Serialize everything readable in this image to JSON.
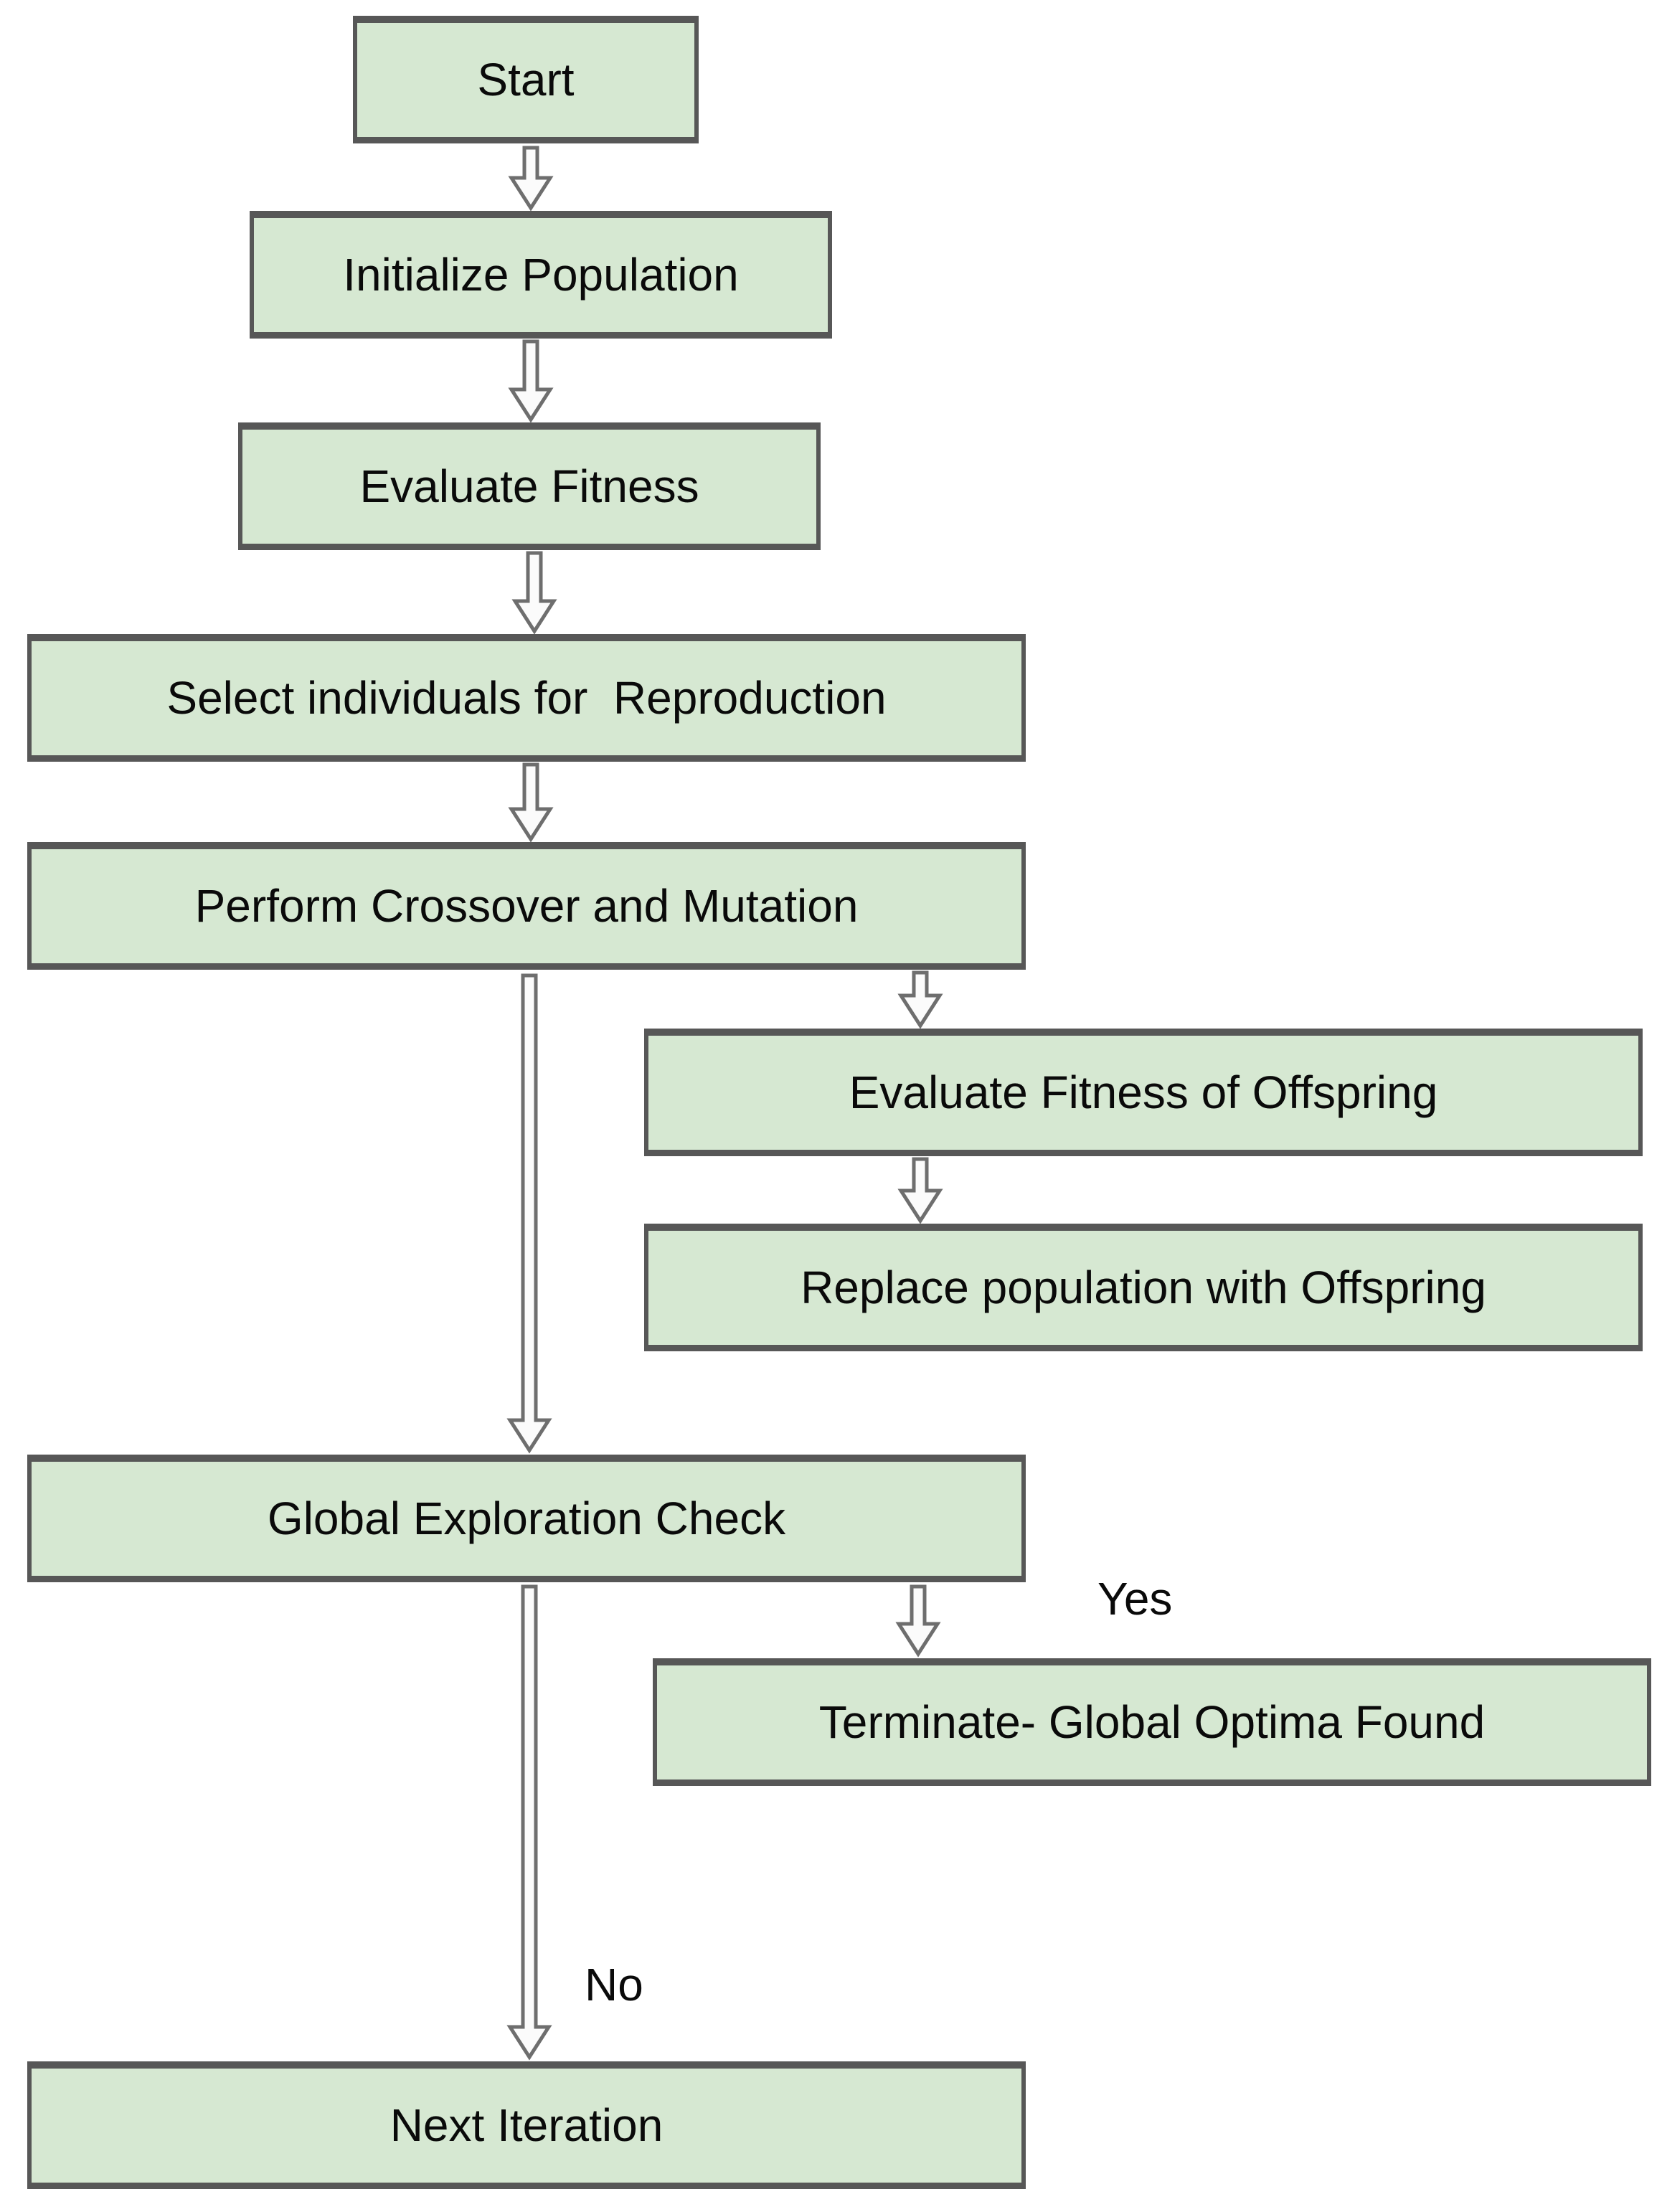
{
  "diagram_type": "flowchart",
  "colors": {
    "background": "#ffffff",
    "node_fill": "#d6e8d2",
    "node_border": "#575757",
    "arrow_fill": "#fbfbfb",
    "arrow_outline": "#6e6e6e",
    "text": "#0a0a0a"
  },
  "nodes": [
    {
      "id": "start",
      "label": "Start"
    },
    {
      "id": "initialize_population",
      "label": "Initialize Population"
    },
    {
      "id": "evaluate_fitness",
      "label": "Evaluate Fitness"
    },
    {
      "id": "select_individuals",
      "label": "Select individuals for  Reproduction"
    },
    {
      "id": "perform_crossover",
      "label": "Perform Crossover and Mutation"
    },
    {
      "id": "evaluate_offspring",
      "label": "Evaluate Fitness of Offspring"
    },
    {
      "id": "replace_population",
      "label": "Replace population with Offspring"
    },
    {
      "id": "global_exploration",
      "label": "Global Exploration Check"
    },
    {
      "id": "terminate",
      "label": "Terminate- Global Optima Found"
    },
    {
      "id": "next_iteration",
      "label": "Next Iteration"
    }
  ],
  "edges": [
    {
      "from": "start",
      "to": "initialize_population",
      "label": ""
    },
    {
      "from": "initialize_population",
      "to": "evaluate_fitness",
      "label": ""
    },
    {
      "from": "evaluate_fitness",
      "to": "select_individuals",
      "label": ""
    },
    {
      "from": "select_individuals",
      "to": "perform_crossover",
      "label": ""
    },
    {
      "from": "perform_crossover",
      "to": "global_exploration",
      "label": ""
    },
    {
      "from": "perform_crossover",
      "to": "evaluate_offspring",
      "label": ""
    },
    {
      "from": "evaluate_offspring",
      "to": "replace_population",
      "label": ""
    },
    {
      "from": "global_exploration",
      "to": "terminate",
      "label": "Yes"
    },
    {
      "from": "global_exploration",
      "to": "next_iteration",
      "label": "No"
    }
  ]
}
